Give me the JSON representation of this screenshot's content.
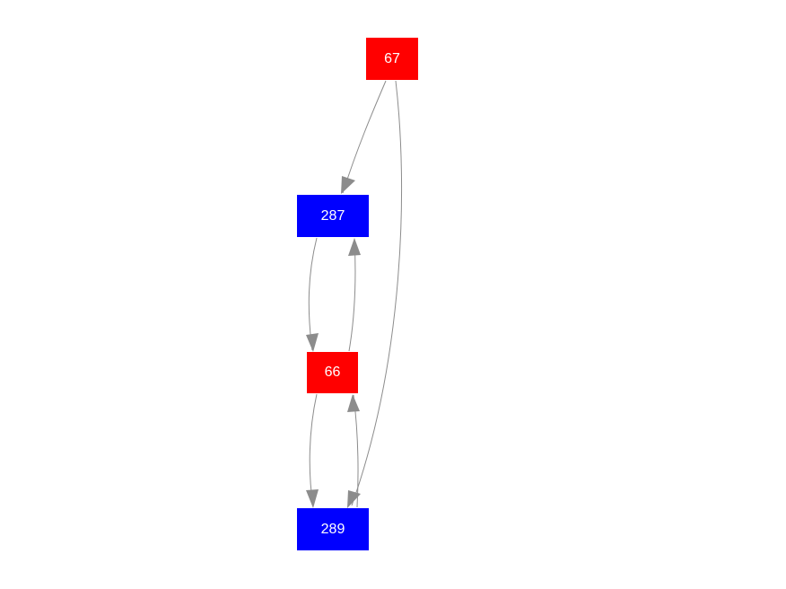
{
  "diagram": {
    "type": "directed-graph",
    "colors": {
      "red_node": "#ff0000",
      "blue_node": "#0000ff",
      "edge": "#8c8c8c",
      "label": "#ffffff",
      "background": "#ffffff"
    },
    "nodes": [
      {
        "id": "67",
        "label": "67",
        "color": "red"
      },
      {
        "id": "287",
        "label": "287",
        "color": "blue"
      },
      {
        "id": "66",
        "label": "66",
        "color": "red"
      },
      {
        "id": "289",
        "label": "289",
        "color": "blue"
      }
    ],
    "edges": [
      {
        "from": "67",
        "to": "287"
      },
      {
        "from": "67",
        "to": "289"
      },
      {
        "from": "287",
        "to": "66"
      },
      {
        "from": "66",
        "to": "287"
      },
      {
        "from": "66",
        "to": "289"
      },
      {
        "from": "289",
        "to": "66"
      }
    ]
  }
}
